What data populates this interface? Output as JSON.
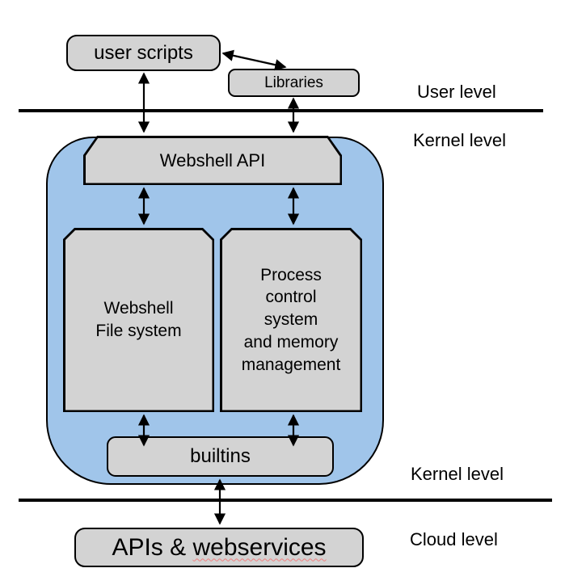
{
  "diagram": {
    "boxes": {
      "user_scripts": "user scripts",
      "libraries": "Libraries",
      "webshell_api": "Webshell API",
      "file_system": "Webshell\nFile system",
      "process_control": "Process\ncontrol\nsystem\nand memory\nmanagement",
      "builtins": "builtins",
      "apis_prefix": "APIs & ",
      "apis_word": "webservices"
    },
    "labels": {
      "user_level": "User level",
      "kernel_level_top": "Kernel level",
      "kernel_level_bottom": "Kernel level",
      "cloud_level": "Cloud level"
    },
    "connections": [
      {
        "from": "user scripts",
        "to": "Libraries",
        "type": "bidirectional"
      },
      {
        "from": "user scripts",
        "to": "Webshell API",
        "type": "bidirectional"
      },
      {
        "from": "Libraries",
        "to": "Webshell API",
        "type": "bidirectional"
      },
      {
        "from": "Webshell API",
        "to": "Webshell File system",
        "type": "bidirectional"
      },
      {
        "from": "Webshell API",
        "to": "Process control system and memory management",
        "type": "bidirectional"
      },
      {
        "from": "Webshell File system",
        "to": "builtins",
        "type": "bidirectional"
      },
      {
        "from": "Process control system and memory management",
        "to": "builtins",
        "type": "bidirectional"
      },
      {
        "from": "builtins",
        "to": "APIs & webservices",
        "type": "bidirectional"
      }
    ],
    "colors": {
      "kernel_fill": "#a0c5ea",
      "box_fill": "#d3d3d3",
      "line": "#000000",
      "misspell_underline": "#f08080"
    }
  }
}
